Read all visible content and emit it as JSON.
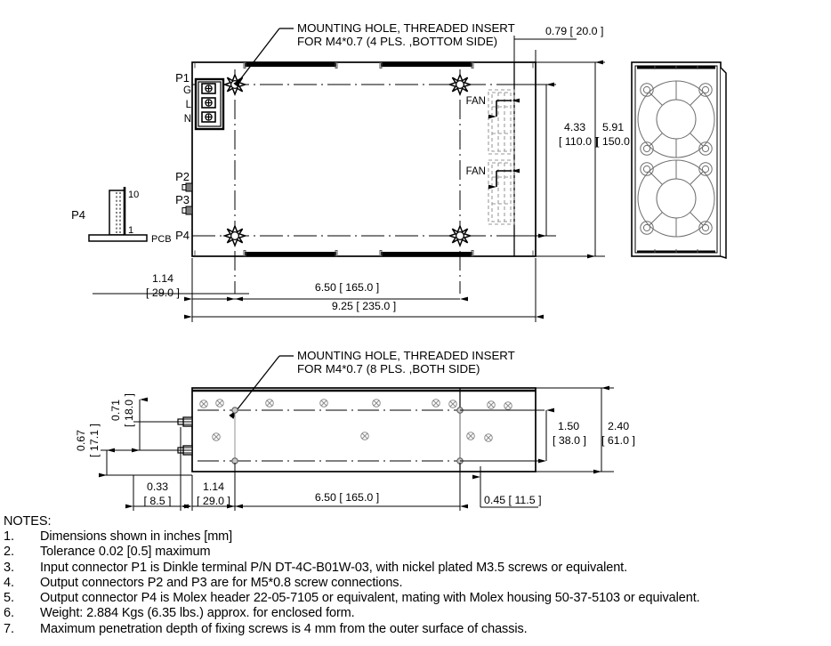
{
  "document": {
    "type": "mechanical-outline-drawing",
    "units_note": "Dimensions shown in inches [mm]"
  },
  "callouts": {
    "top_view": {
      "line1": "MOUNTING HOLE, THREADED INSERT",
      "line2": "FOR M4*0.7 (4 PLS. ,BOTTOM SIDE)"
    },
    "side_view": {
      "line1": "MOUNTING HOLE, THREADED INSERT",
      "line2": "FOR M4*0.7 (8 PLS. ,BOTH SIDE)"
    }
  },
  "connectors": {
    "p1": {
      "label": "P1",
      "terminals": [
        "G",
        "L",
        "N"
      ]
    },
    "p2": {
      "label": "P2"
    },
    "p3": {
      "label": "P3"
    },
    "p4": {
      "label": "P4"
    },
    "p4_detail": {
      "label": "P4",
      "pin_high": "10",
      "pin_low": "1",
      "board_label": "PCB"
    }
  },
  "fans": {
    "label_top": "FAN",
    "label_bottom": "FAN"
  },
  "dimensions": {
    "top_view": {
      "edge_to_fan": {
        "inch": "0.79",
        "mm": "[ 20.0 ]",
        "combined": "0.79 [ 20.0 ]"
      },
      "hole_pitch_v": {
        "inch": "4.33",
        "mm": "[ 110.0 ]"
      },
      "overall_depth": {
        "inch": "5.91",
        "mm": "[ 150.0 ]"
      },
      "left_offset": {
        "inch": "1.14",
        "mm": "[ 29.0 ]"
      },
      "hole_pitch_h": {
        "inch": "6.50",
        "mm": "[ 165.0 ]",
        "combined": "6.50 [ 165.0 ]"
      },
      "overall_width": {
        "inch": "9.25",
        "mm": "[ 235.0 ]",
        "combined": "9.25 [ 235.0 ]"
      }
    },
    "side_view": {
      "p3_height": {
        "inch": "0.67",
        "mm": "[ 17.1 ]"
      },
      "p2_height": {
        "inch": "0.71",
        "mm": "[ 18.0 ]"
      },
      "stud_offset": {
        "inch": "0.33",
        "mm": "[ 8.5 ]"
      },
      "left_offset": {
        "inch": "1.14",
        "mm": "[ 29.0 ]"
      },
      "hole_pitch_h": {
        "inch": "6.50",
        "mm": "[ 165.0 ]",
        "combined": "6.50 [ 165.0 ]"
      },
      "right_offset": {
        "inch": "0.45",
        "mm": "[ 11.5 ]",
        "combined": "0.45 [ 11.5 ]"
      },
      "hole_pitch_v": {
        "inch": "1.50",
        "mm": "[ 38.0 ]"
      },
      "overall_height": {
        "inch": "2.40",
        "mm": "[ 61.0 ]"
      }
    }
  },
  "notes": {
    "title": "NOTES:",
    "items": [
      {
        "num": "1.",
        "text": "Dimensions shown in inches [mm]"
      },
      {
        "num": "2.",
        "text": "Tolerance 0.02 [0.5] maximum"
      },
      {
        "num": "3.",
        "text": "Input connector P1 is Dinkle terminal P/N DT-4C-B01W-03, with nickel plated M3.5 screws or equivalent."
      },
      {
        "num": "4.",
        "text": "Output connectors P2 and P3 are for M5*0.8 screw connections."
      },
      {
        "num": "5.",
        "text": "Output connector P4 is Molex header 22-05-7105 or equivalent, mating with Molex housing 50-37-5103 or equivalent."
      },
      {
        "num": "6.",
        "text": "Weight: 2.884 Kgs (6.35 lbs.) approx. for enclosed form."
      },
      {
        "num": "7.",
        "text": "Maximum penetration depth of fixing screws is 4 mm from the outer surface of chassis."
      }
    ]
  },
  "colors": {
    "line": "#000000",
    "hidden_line": "#9a9a9a",
    "background": "#ffffff"
  }
}
